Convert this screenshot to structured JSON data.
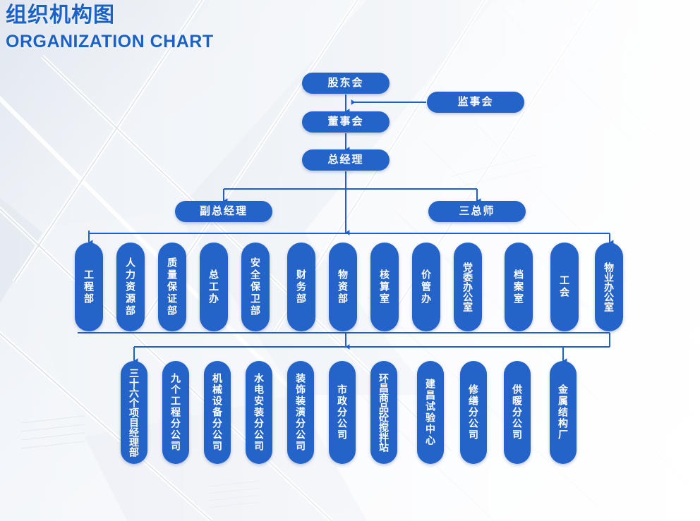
{
  "title": {
    "cn": "组织机构图",
    "en": "ORGANIZATION CHART"
  },
  "colors": {
    "node_fill": "#2463c8",
    "node_text": "#ffffff",
    "connector": "#1d5fd0",
    "title_text": "#1b62c4",
    "background": "#f4f7fa"
  },
  "chart_data": {
    "type": "diagram",
    "diagram_kind": "organization-chart",
    "levels": [
      {
        "name": "governance",
        "nodes": [
          "股东会",
          "监事会"
        ]
      },
      {
        "name": "board",
        "nodes": [
          "董事会"
        ]
      },
      {
        "name": "executive",
        "nodes": [
          "总经理"
        ]
      },
      {
        "name": "vice-executive",
        "nodes": [
          "副总经理",
          "三总师"
        ]
      },
      {
        "name": "departments",
        "nodes": [
          "工程部",
          "人力资源部",
          "质量保证部",
          "总工办",
          "安全保卫部",
          "财务部",
          "物资部",
          "核算室",
          "价管办",
          "党委办公室",
          "档案室",
          "工会",
          "物业办公室"
        ]
      },
      {
        "name": "subsidiaries",
        "nodes": [
          "三十六个项目经理部",
          "九个工程分公司",
          "机械设备分公司",
          "水电安装分公司",
          "装饰装潢分公司",
          "市政分公司",
          "环昌商品砼搅拌站",
          "建昌试验中心",
          "修缮分公司",
          "供暖分公司",
          "金属结构厂"
        ]
      }
    ],
    "edges": [
      {
        "from": "股东会",
        "to": "董事会",
        "style": "arrow-down"
      },
      {
        "from": "监事会",
        "to": "董事会",
        "style": "arrow-left"
      },
      {
        "from": "董事会",
        "to": "总经理",
        "style": "arrow-down"
      },
      {
        "from": "总经理",
        "to": "副总经理",
        "style": "bus-down"
      },
      {
        "from": "总经理",
        "to": "三总师",
        "style": "bus-down"
      },
      {
        "from": "总经理",
        "to": "departments-bus",
        "style": "arrow-down"
      },
      {
        "from": "departments-bus",
        "to": "subsidiaries-bus",
        "style": "bus-down"
      }
    ]
  },
  "top": {
    "shareholders": "股东会",
    "supervisors": "监事会",
    "board": "董事会",
    "general_manager": "总经理",
    "deputy_gm": "副总经理",
    "three_chiefs": "三总师"
  },
  "departments": [
    {
      "label": "工程部"
    },
    {
      "label": "人力资源部"
    },
    {
      "label": "质量保证部"
    },
    {
      "label": "总工办"
    },
    {
      "label": "安全保卫部"
    },
    {
      "label": "财务部"
    },
    {
      "label": "物资部"
    },
    {
      "label": "核算室"
    },
    {
      "label": "价管办"
    },
    {
      "label": "党委办公室"
    },
    {
      "label": "档案室"
    },
    {
      "label": "工会"
    },
    {
      "label": "物业办公室"
    }
  ],
  "subsidiaries": [
    {
      "label": "三十六个项目经理部"
    },
    {
      "label": "九个工程分公司"
    },
    {
      "label": "机械设备分公司"
    },
    {
      "label": "水电安装分公司"
    },
    {
      "label": "装饰装潢分公司"
    },
    {
      "label": "市政分公司"
    },
    {
      "label": "环昌商品砼搅拌站"
    },
    {
      "label": "建昌试验中心"
    },
    {
      "label": "修缮分公司"
    },
    {
      "label": "供暖分公司"
    },
    {
      "label": "金属结构厂"
    }
  ]
}
